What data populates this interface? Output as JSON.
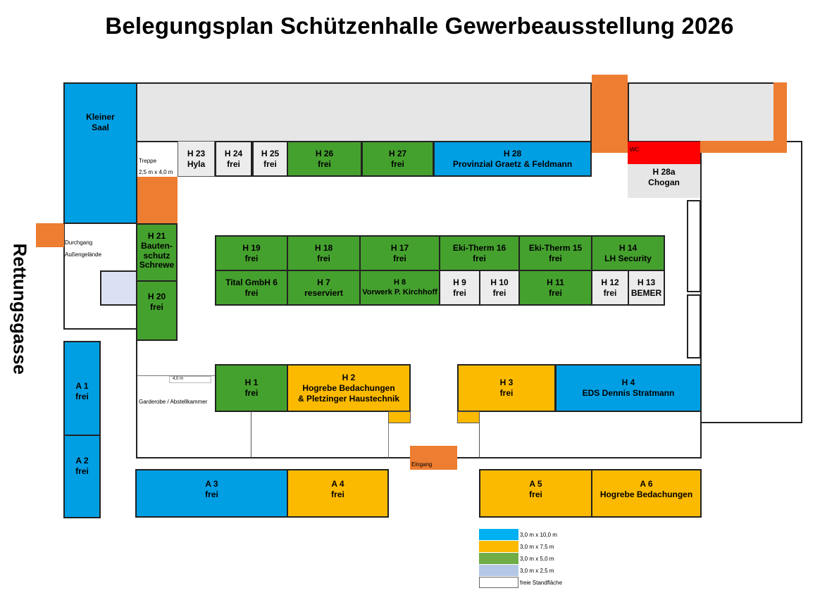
{
  "title": "Belegungsplan Schützenhalle Gewerbeausstellung 2026",
  "side_label": "Rettungsgasse",
  "colors": {
    "size_10m": "#009fe3",
    "size_7_5m": "#fbba00",
    "size_5m": "#45a12e",
    "size_2_5m": "#dbe1f2",
    "free": "#ffffff",
    "accent_orange": "#ed7d31",
    "wc_red": "#ff0000",
    "room_gray": "#e6e6e6"
  },
  "rooms": {
    "kleiner_saal": "Kleiner\nSaal",
    "treppe": "Treppe",
    "treppe_size": "2,5 m x 4,0 m",
    "durchgang": "Durchgang",
    "aussengelaende": "Außengelände",
    "garderobe": "Garderobe / Abstellkammer",
    "garderobe_width": "4,0 m",
    "wc": "WC",
    "eingang": "Eingang"
  },
  "stands": {
    "h1": {
      "id": "H 1",
      "name": "frei"
    },
    "h2": {
      "id": "H 2",
      "name": "Hogrebe Bedachungen",
      "name2": "& Pletzinger Haustechnik"
    },
    "h3": {
      "id": "H 3",
      "name": "frei"
    },
    "h4": {
      "id": "H 4",
      "name": "EDS Dennis Stratmann"
    },
    "h6": {
      "id": "Tital GmbH 6",
      "name": "frei"
    },
    "h7": {
      "id": "H 7",
      "name": "reserviert"
    },
    "h8": {
      "id": "H 8",
      "name": "Vorwerk P. Kirchhoff"
    },
    "h9": {
      "id": "H 9",
      "name": "frei"
    },
    "h10": {
      "id": "H 10",
      "name": "frei"
    },
    "h11": {
      "id": "H 11",
      "name": "frei"
    },
    "h12": {
      "id": "H 12",
      "name": "frei"
    },
    "h13": {
      "id": "H 13",
      "name": "BEMER"
    },
    "h14": {
      "id": "H 14",
      "name": "LH Security"
    },
    "h15": {
      "id": "Eki-Therm 15",
      "name": "frei"
    },
    "h16": {
      "id": "Eki-Therm 16",
      "name": "frei"
    },
    "h17": {
      "id": "H 17",
      "name": "frei"
    },
    "h18": {
      "id": "H 18",
      "name": "frei"
    },
    "h19": {
      "id": "H 19",
      "name": "frei"
    },
    "h20": {
      "id": "H 20",
      "name": "frei"
    },
    "h21": {
      "id": "H 21",
      "name": "Bauten-",
      "name2": "schutz",
      "name3": "Schrewe"
    },
    "h23": {
      "id": "H 23",
      "name": "Hyla"
    },
    "h24": {
      "id": "H 24",
      "name": "frei"
    },
    "h25": {
      "id": "H 25",
      "name": "frei"
    },
    "h26": {
      "id": "H 26",
      "name": "frei"
    },
    "h27": {
      "id": "H 27",
      "name": "frei"
    },
    "h28": {
      "id": "H 28",
      "name": "Provinzial Graetz & Feldmann"
    },
    "h28a": {
      "id": "H 28a",
      "name": "Chogan"
    },
    "a1": {
      "id": "A 1",
      "name": "frei"
    },
    "a2": {
      "id": "A 2",
      "name": "frei"
    },
    "a3": {
      "id": "A 3",
      "name": "frei"
    },
    "a4": {
      "id": "A 4",
      "name": "frei"
    },
    "a5": {
      "id": "A 5",
      "name": "frei"
    },
    "a6": {
      "id": "A 6",
      "name": "Hogrebe Bedachungen"
    }
  },
  "legend": [
    {
      "label": "3,0 m x 10,0 m",
      "color": "#00b0f0"
    },
    {
      "label": "3,0 m x 7,5 m",
      "color": "#fbba00"
    },
    {
      "label": "3,0 m x 5,0 m",
      "color": "#70ad47"
    },
    {
      "label": "3,0 m x 2,5 m",
      "color": "#b4c7e7"
    },
    {
      "label": "freie Standfläche",
      "color": "#ffffff"
    }
  ]
}
